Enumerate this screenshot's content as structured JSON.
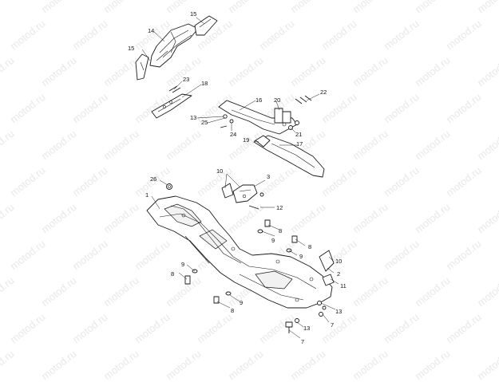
{
  "watermark": "motod.ru",
  "callouts": {
    "c1": "1",
    "c2": "2",
    "c3": "3",
    "c7a": "7",
    "c7b": "7",
    "c8a": "8",
    "c8b": "8",
    "c8c": "8",
    "c8d": "8",
    "c9a": "9",
    "c9b": "9",
    "c9c": "9",
    "c9d": "9",
    "c10a": "10",
    "c10b": "10",
    "c11": "11",
    "c12": "12",
    "c13a": "13",
    "c13b": "13",
    "c13c": "13",
    "c14": "14",
    "c15a": "15",
    "c15b": "15",
    "c16": "16",
    "c17": "17",
    "c18": "18",
    "c19": "19",
    "c20": "20",
    "c21": "21",
    "c22": "22",
    "c23": "23",
    "c24": "24",
    "c25": "25",
    "c26": "26"
  }
}
